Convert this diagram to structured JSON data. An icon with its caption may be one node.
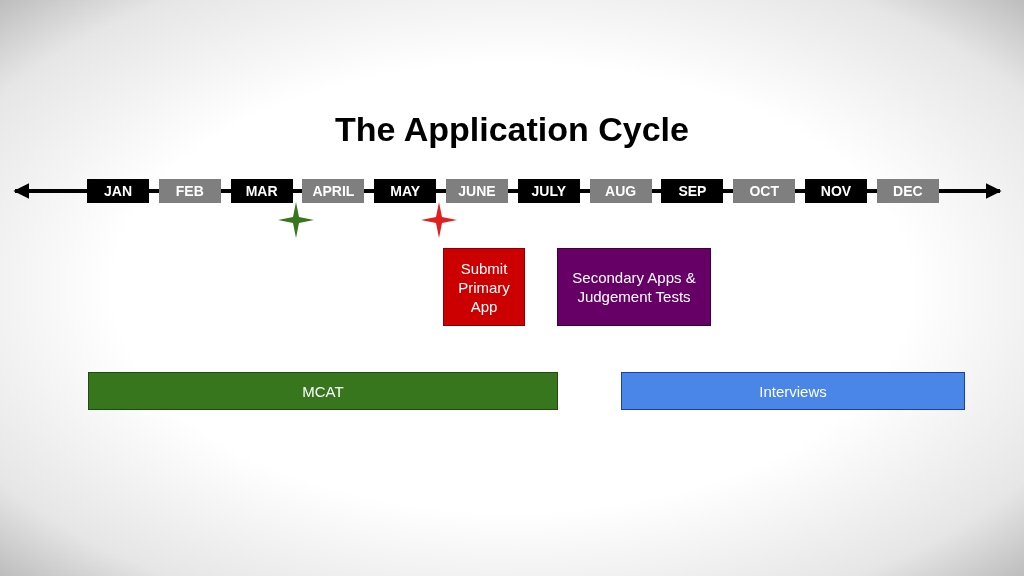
{
  "diagram": {
    "title": "The Application Cycle",
    "nodes": [
      {
        "text": [
          "JAN"
        ]
      },
      {
        "text": [
          "FEB"
        ]
      },
      {
        "text": [
          "MAR"
        ]
      },
      {
        "text": [
          "APRIL"
        ]
      },
      {
        "text": [
          "MAY"
        ]
      },
      {
        "text": [
          "JUNE"
        ]
      },
      {
        "text": [
          "JULY"
        ]
      },
      {
        "text": [
          "AUG"
        ]
      },
      {
        "text": [
          "SEP"
        ]
      },
      {
        "text": [
          "OCT"
        ]
      },
      {
        "text": [
          "NOV"
        ]
      },
      {
        "text": [
          "DEC"
        ]
      },
      {
        "text": [],
        "shape": "star"
      },
      {
        "text": [],
        "shape": "star"
      },
      {
        "text": [
          "Submit Primary App"
        ]
      },
      {
        "text": [
          "Secondary Apps & Judgement Tests"
        ]
      },
      {
        "text": [
          "MCAT"
        ]
      },
      {
        "text": [
          "Interviews"
        ]
      }
    ],
    "edges": []
  }
}
